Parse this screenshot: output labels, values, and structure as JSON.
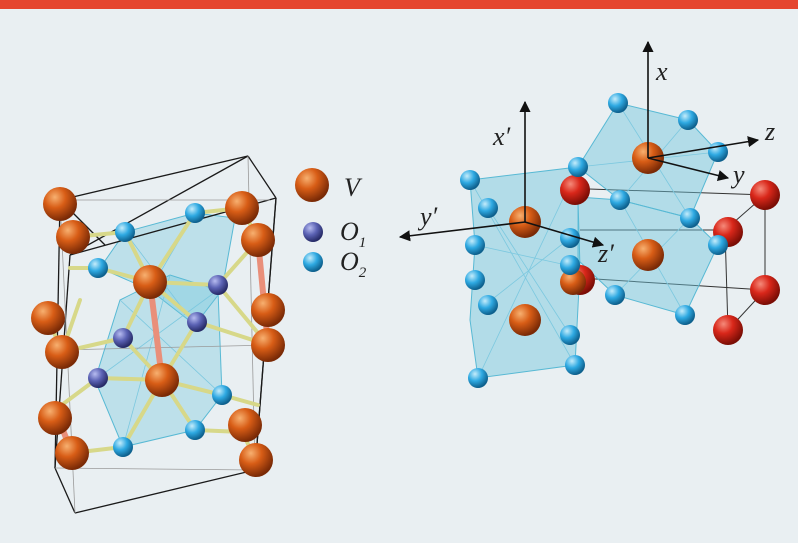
{
  "colors": {
    "background": "#e9eff2",
    "top_bar": "#e5452f",
    "vanadium": "#d85d16",
    "oxygen_1": "#5b62b4",
    "oxygen_2": "#2ea9e2",
    "vanadium_red": "#d9271a",
    "polyhedron_fill": "#6ec6dc",
    "bond": "#d7d889",
    "v_v_bond": "#e98f7a"
  },
  "legend": [
    {
      "label": "V",
      "sub": "",
      "atom": "vanadium"
    },
    {
      "label": "O",
      "sub": "1",
      "atom": "oxygen_1"
    },
    {
      "label": "O",
      "sub": "2",
      "atom": "oxygen_2"
    }
  ],
  "axes": {
    "x": "x",
    "y": "y",
    "z": "z",
    "x_prime": "x′",
    "y_prime": "y′",
    "z_prime": "z′"
  }
}
